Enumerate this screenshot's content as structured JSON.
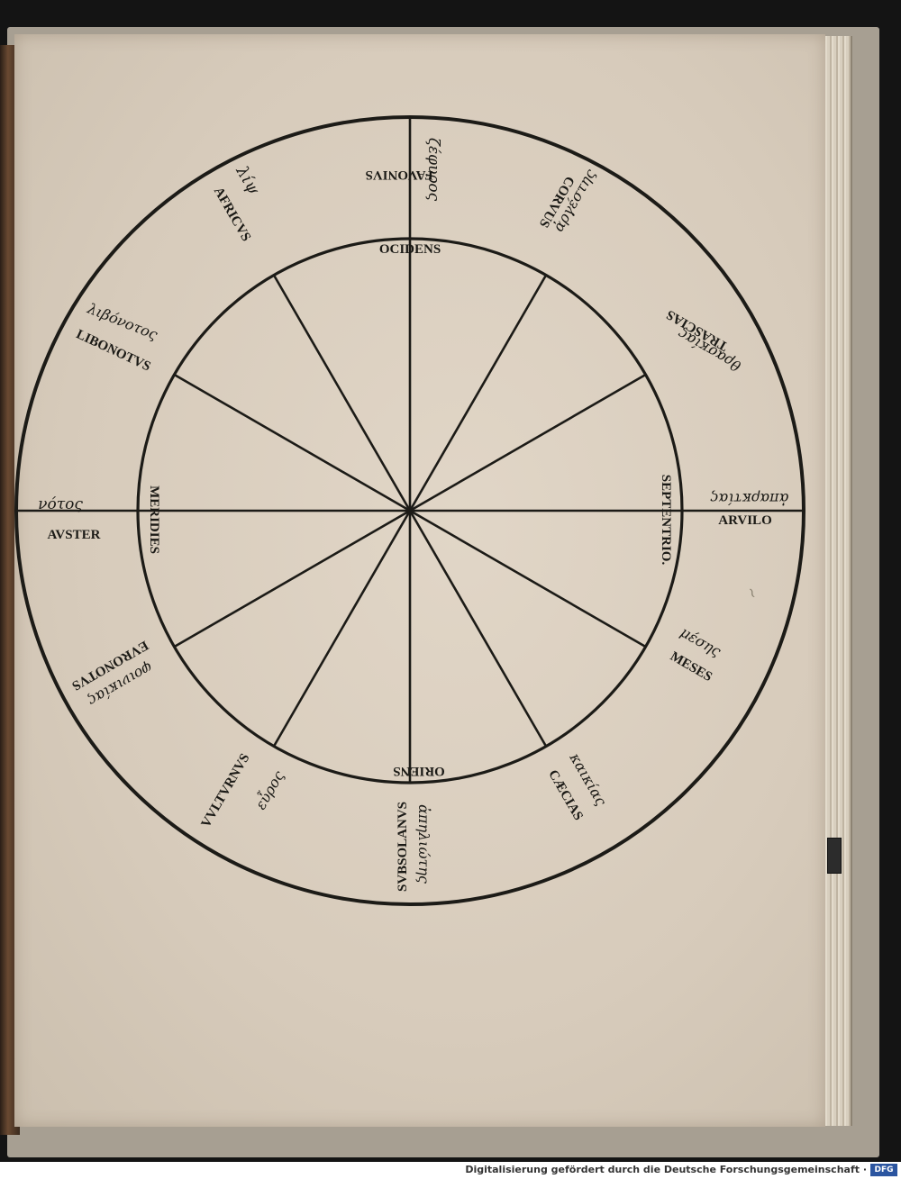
{
  "diagram": {
    "center_labels": {
      "top": "OCIDENS",
      "right": "SEPTENTRIO.",
      "bottom": "ORIENS",
      "left": "MERIDIES"
    },
    "winds": [
      {
        "latin": "FAVONIVS",
        "greek": "ζέφυρος"
      },
      {
        "latin": "CORVUS",
        "greek": "ἀργέστης"
      },
      {
        "latin": "TRASCIAS",
        "greek": "θρασκίας"
      },
      {
        "latin": "ARVILO",
        "greek": "ἀπαρκτίας"
      },
      {
        "latin": "MESES",
        "greek": "μέσης"
      },
      {
        "latin": "CÆCIAS",
        "greek": "καικίας"
      },
      {
        "latin": "SVBSOLANVS",
        "greek": "ἀπηλιώτης"
      },
      {
        "latin": "VVLTVRNVS",
        "greek": "εὖρος"
      },
      {
        "latin": "EVRONOTVS",
        "greek": "φοινικίας"
      },
      {
        "latin": "AVSTER",
        "greek": "νότος"
      },
      {
        "latin": "LIBONOTVS",
        "greek": "λιβόνοτος"
      },
      {
        "latin": "AFRICVS",
        "greek": "λίψ"
      }
    ]
  },
  "footer": {
    "text": "Digitalisierung gefördert durch die Deutsche Forschungsgemeinschaft ·",
    "logo": "DFG"
  }
}
